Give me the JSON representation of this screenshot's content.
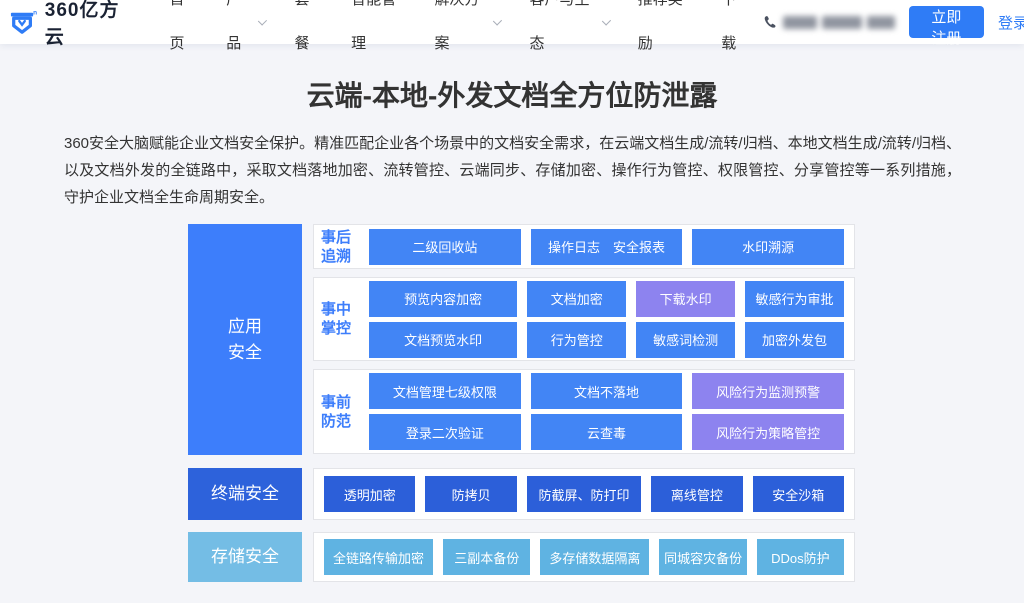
{
  "header": {
    "logo_text": "360亿方云",
    "nav_items": [
      {
        "label": "首页"
      },
      {
        "label": "产品",
        "dropdown": true
      },
      {
        "label": "套餐"
      },
      {
        "label": "智能管理"
      },
      {
        "label": "解决方案",
        "dropdown": true
      },
      {
        "label": "客户与生态",
        "dropdown": true
      },
      {
        "label": "推荐奖励"
      },
      {
        "label": "下载"
      }
    ],
    "phone_note": "blurred-phone-number",
    "register_label": "立即注册",
    "login_label": "登录"
  },
  "hero": {
    "title": "云端-本地-外发文档全方位防泄露",
    "description": "360安全大脑赋能企业文档安全保护。精准匹配企业各个场景中的文档安全需求，在云端文档生成/流转/归档、本地文档生成/流转/归档、以及文档外发的全链路中，采取文档落地加密、流转管控、云端同步、存储加密、操作行为管控、权限管控、分享管控等一系列措施，守护企业文档全生命周期安全。"
  },
  "diagram": {
    "groups": [
      {
        "label_lines": [
          "应用",
          "安全"
        ],
        "sections": [
          {
            "label_lines": [
              "事后",
              "追溯"
            ],
            "rows": [
              [
                {
                  "label": "二级回收站"
                },
                {
                  "label": "操作日志　安全报表"
                },
                {
                  "label": "水印溯源"
                }
              ]
            ]
          },
          {
            "label_lines": [
              "事中",
              "掌控"
            ],
            "rows": [
              [
                {
                  "label": "预览内容加密"
                },
                {
                  "label": "文档加密"
                },
                {
                  "label": "下载水印",
                  "variant": "purple"
                },
                {
                  "label": "敏感行为审批"
                }
              ],
              [
                {
                  "label": "文档预览水印"
                },
                {
                  "label": "行为管控"
                },
                {
                  "label": "敏感词检测"
                },
                {
                  "label": "加密外发包"
                }
              ]
            ]
          },
          {
            "label_lines": [
              "事前",
              "防范"
            ],
            "rows": [
              [
                {
                  "label": "文档管理七级权限"
                },
                {
                  "label": "文档不落地"
                },
                {
                  "label": "风险行为监测预警",
                  "variant": "purple"
                }
              ],
              [
                {
                  "label": "登录二次验证"
                },
                {
                  "label": "云查毒"
                },
                {
                  "label": "风险行为策略管控",
                  "variant": "purple"
                }
              ]
            ]
          }
        ]
      },
      {
        "label": "终端安全",
        "boxes": [
          {
            "label": "透明加密"
          },
          {
            "label": "防拷贝"
          },
          {
            "label": "防截屏、防打印"
          },
          {
            "label": "离线管控"
          },
          {
            "label": "安全沙箱"
          }
        ]
      },
      {
        "label": "存储安全",
        "boxes": [
          {
            "label": "全链路传输加密"
          },
          {
            "label": "三副本备份"
          },
          {
            "label": "多存储数据隔离"
          },
          {
            "label": "同城容灾备份"
          },
          {
            "label": "DDos防护"
          }
        ]
      }
    ]
  },
  "colors": {
    "accent_blue": "#2f7cf6",
    "box_blue": "#4285f5",
    "box_purple": "#8d83ef",
    "box_dark_blue": "#2c5fd9",
    "box_light_blue": "#5fb3e2",
    "label_app_blue": "#3d7efb",
    "label_terminal_blue": "#2d62db",
    "label_storage_blue": "#74bde5",
    "page_bg": "#f4f5f9",
    "section_border": "#e3e4e8",
    "text_dark": "#333333"
  }
}
